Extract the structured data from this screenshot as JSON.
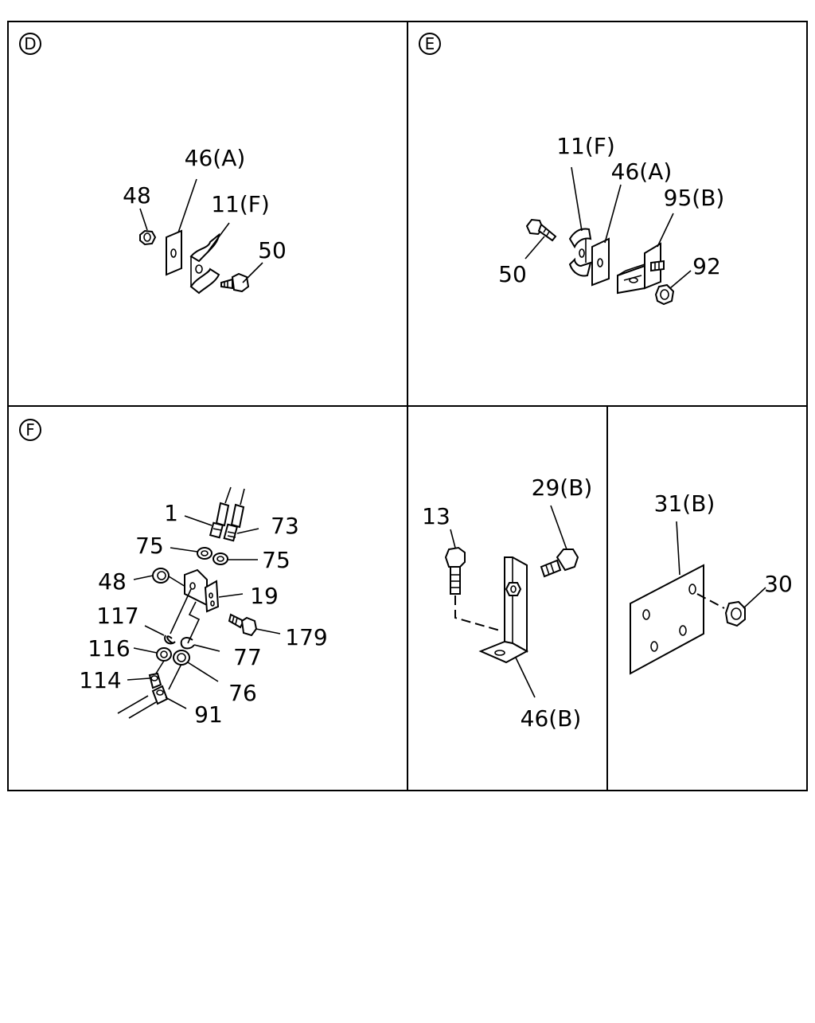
{
  "panels": {
    "d": {
      "marker": "D",
      "labels": {
        "l46a": "46(A)",
        "l48": "48",
        "l11f": "11(F)",
        "l50": "50"
      }
    },
    "e": {
      "marker": "E",
      "labels": {
        "l11f": "11(F)",
        "l46a": "46(A)",
        "l95b": "95(B)",
        "l50": "50",
        "l92": "92"
      }
    },
    "f": {
      "marker": "F",
      "labels": {
        "l1": "1",
        "l73": "73",
        "l75a": "75",
        "l75b": "75",
        "l48": "48",
        "l19": "19",
        "l117": "117",
        "l179": "179",
        "l116": "116",
        "l77": "77",
        "l114": "114",
        "l76": "76",
        "l91": "91"
      }
    },
    "g": {
      "labels": {
        "l13": "13",
        "l29b": "29(B)",
        "l46b": "46(B)"
      }
    },
    "h": {
      "labels": {
        "l31b": "31(B)",
        "l30": "30"
      }
    }
  }
}
